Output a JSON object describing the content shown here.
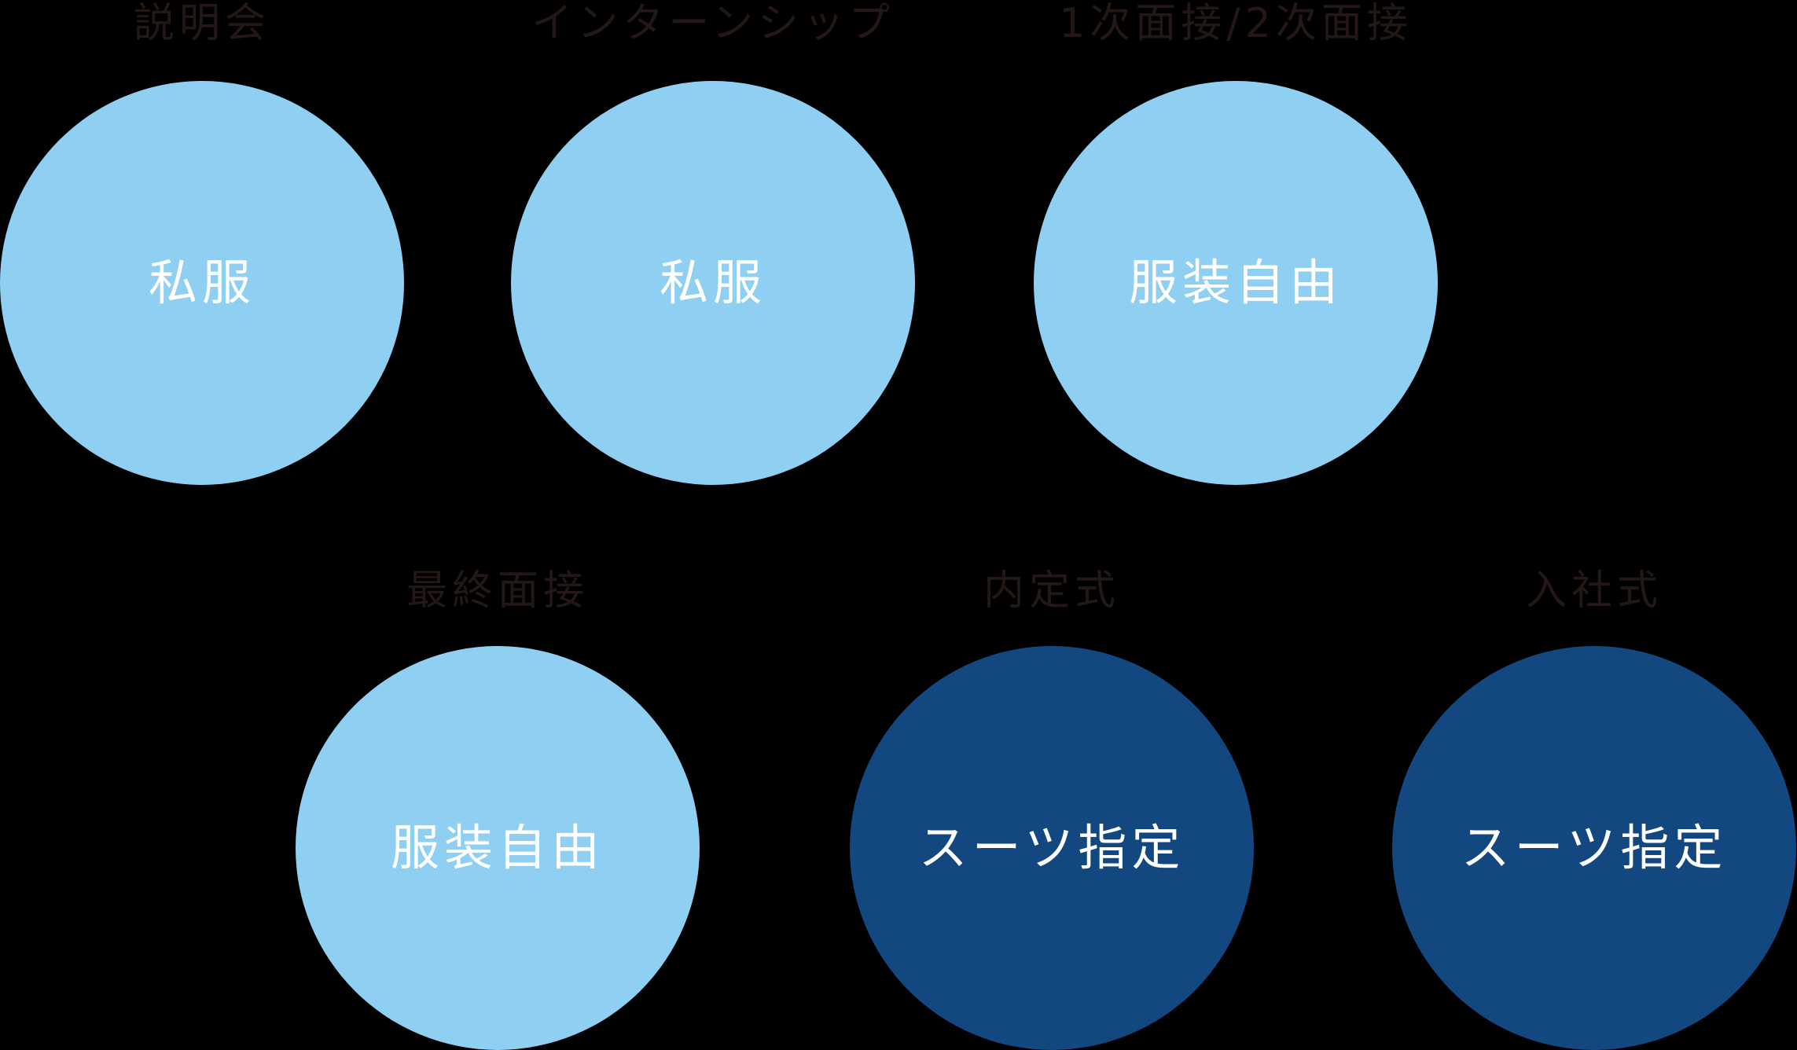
{
  "colors": {
    "background": "#000000",
    "label_text": "#231815",
    "circle_light": "#8FCFF2",
    "circle_dark": "#13477F",
    "circle_text": "#FFFFFF"
  },
  "steps": [
    {
      "stage": "説明会",
      "dress_code": "私服",
      "style": "light"
    },
    {
      "stage": "インターンシップ",
      "dress_code": "私服",
      "style": "light"
    },
    {
      "stage": "1次面接/2次面接",
      "dress_code": "服装自由",
      "style": "light"
    },
    {
      "stage": "最終面接",
      "dress_code": "服装自由",
      "style": "light"
    },
    {
      "stage": "内定式",
      "dress_code": "スーツ指定",
      "style": "dark"
    },
    {
      "stage": "入社式",
      "dress_code": "スーツ指定",
      "style": "dark"
    }
  ]
}
